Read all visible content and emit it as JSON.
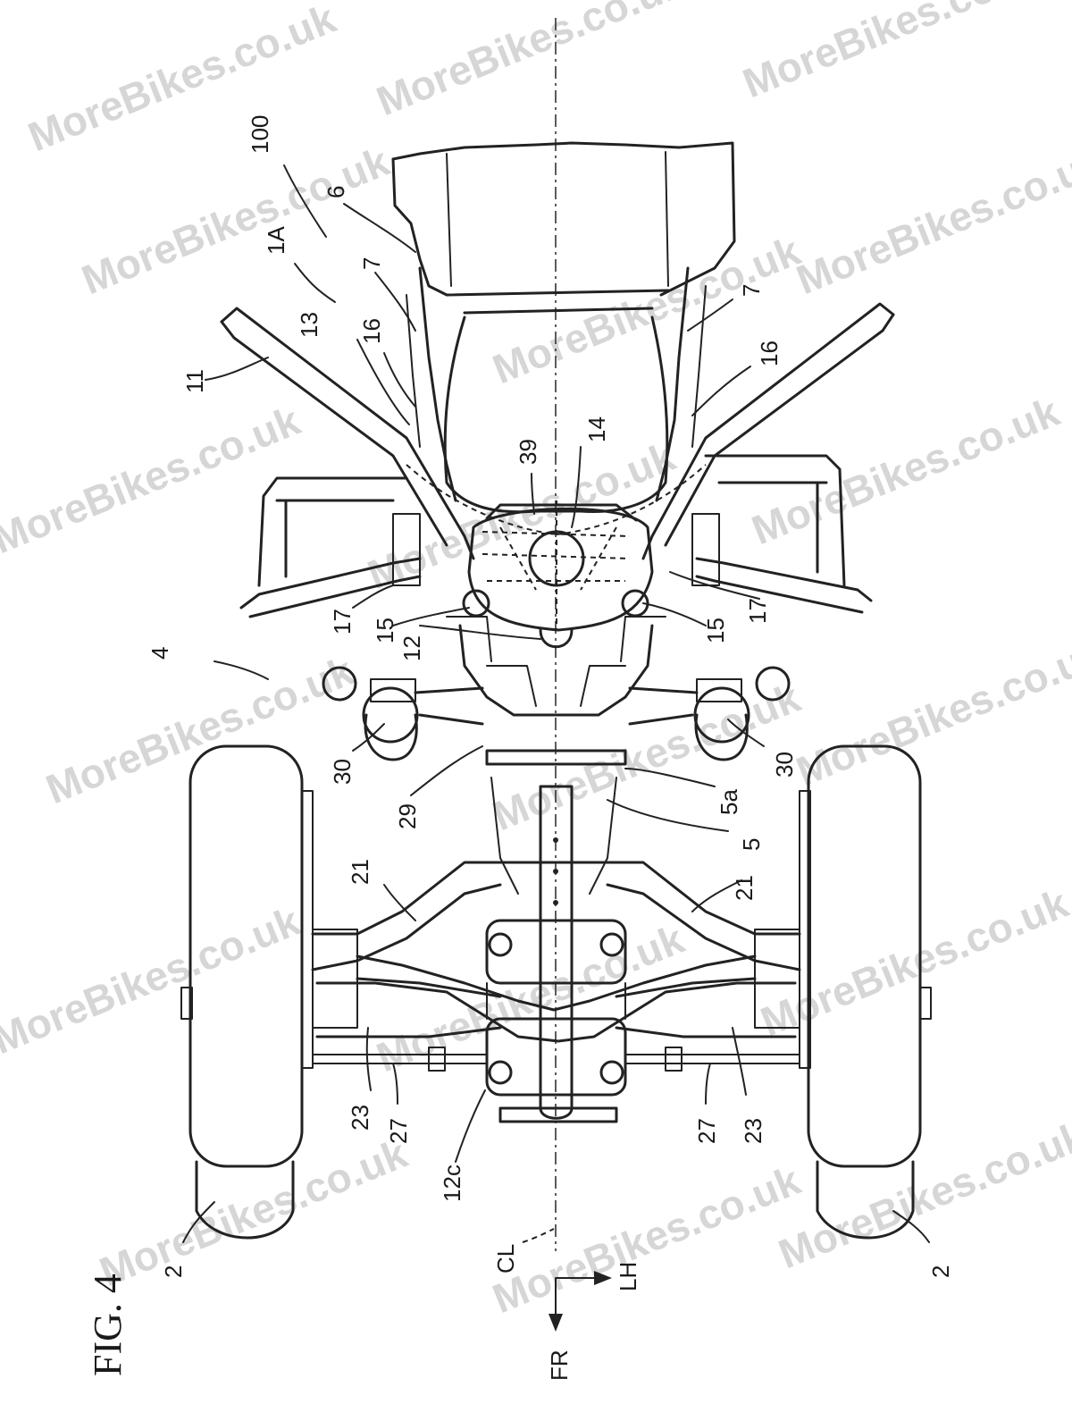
{
  "figure_title": "FIG. 4",
  "watermark": "MoreBikes.co.uk",
  "labels": {
    "l100": "100",
    "l6": "6",
    "l1A": "1A",
    "l7_left": "7",
    "l7_right": "7",
    "l13": "13",
    "l16_left": "16",
    "l16_right": "16",
    "l11": "11",
    "l39": "39",
    "l14": "14",
    "l17_left": "17",
    "l17_right": "17",
    "l15_left": "15",
    "l15_right": "15",
    "l12": "12",
    "l4": "4",
    "l30_left": "30",
    "l30_right": "30",
    "l29": "29",
    "l5a": "5a",
    "l5": "5",
    "l21_left": "21",
    "l21_right": "21",
    "l23_left": "23",
    "l23_right": "23",
    "l27_left": "27",
    "l27_right": "27",
    "l12c": "12c",
    "l2_left": "2",
    "l2_right": "2",
    "lCL": "CL",
    "lLH": "LH",
    "lFR": "FR"
  }
}
